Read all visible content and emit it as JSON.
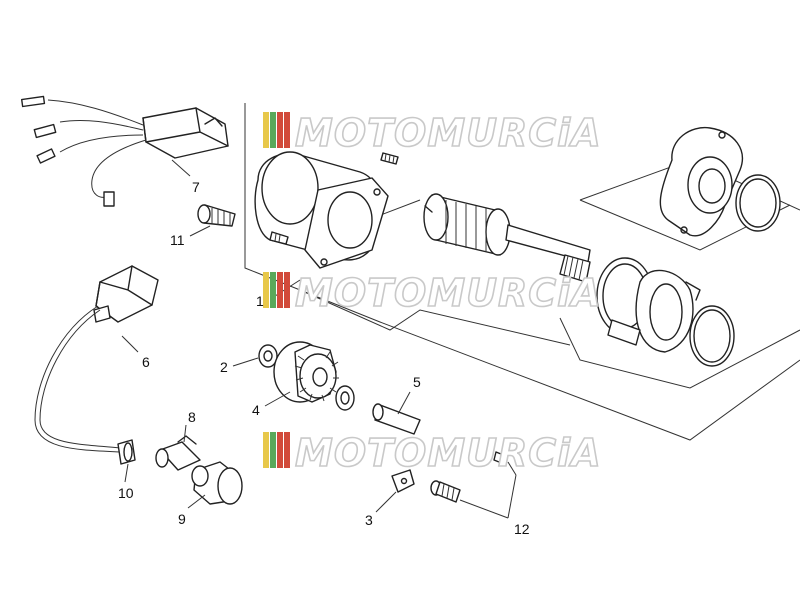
{
  "watermark": {
    "text": "MOTOMURCiA",
    "stripe_colors": [
      "#e8c84a",
      "#5aa85a",
      "#d24a3a"
    ]
  },
  "callouts": [
    "1",
    "2",
    "3",
    "4",
    "5",
    "6",
    "7",
    "8",
    "9",
    "10",
    "11",
    "12"
  ]
}
